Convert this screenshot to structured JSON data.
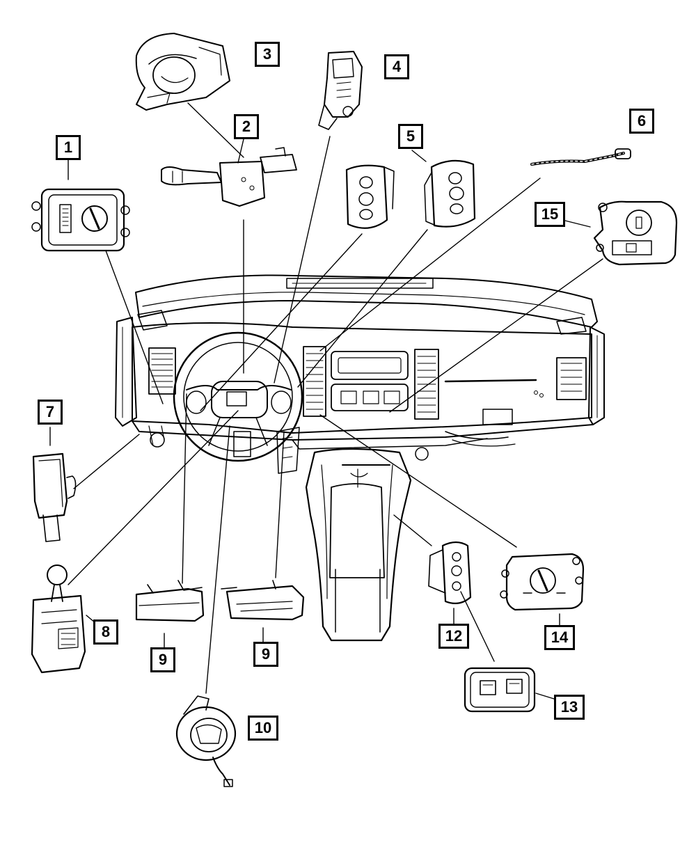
{
  "callouts": {
    "c1": "1",
    "c2": "2",
    "c3": "3",
    "c4": "4",
    "c5": "5",
    "c6": "6",
    "c7": "7",
    "c8": "8",
    "c9a": "9",
    "c9b": "9",
    "c10": "10",
    "c12": "12",
    "c13": "13",
    "c14": "14",
    "c15": "15"
  },
  "colors": {
    "stroke": "#000000",
    "background": "#ffffff"
  }
}
